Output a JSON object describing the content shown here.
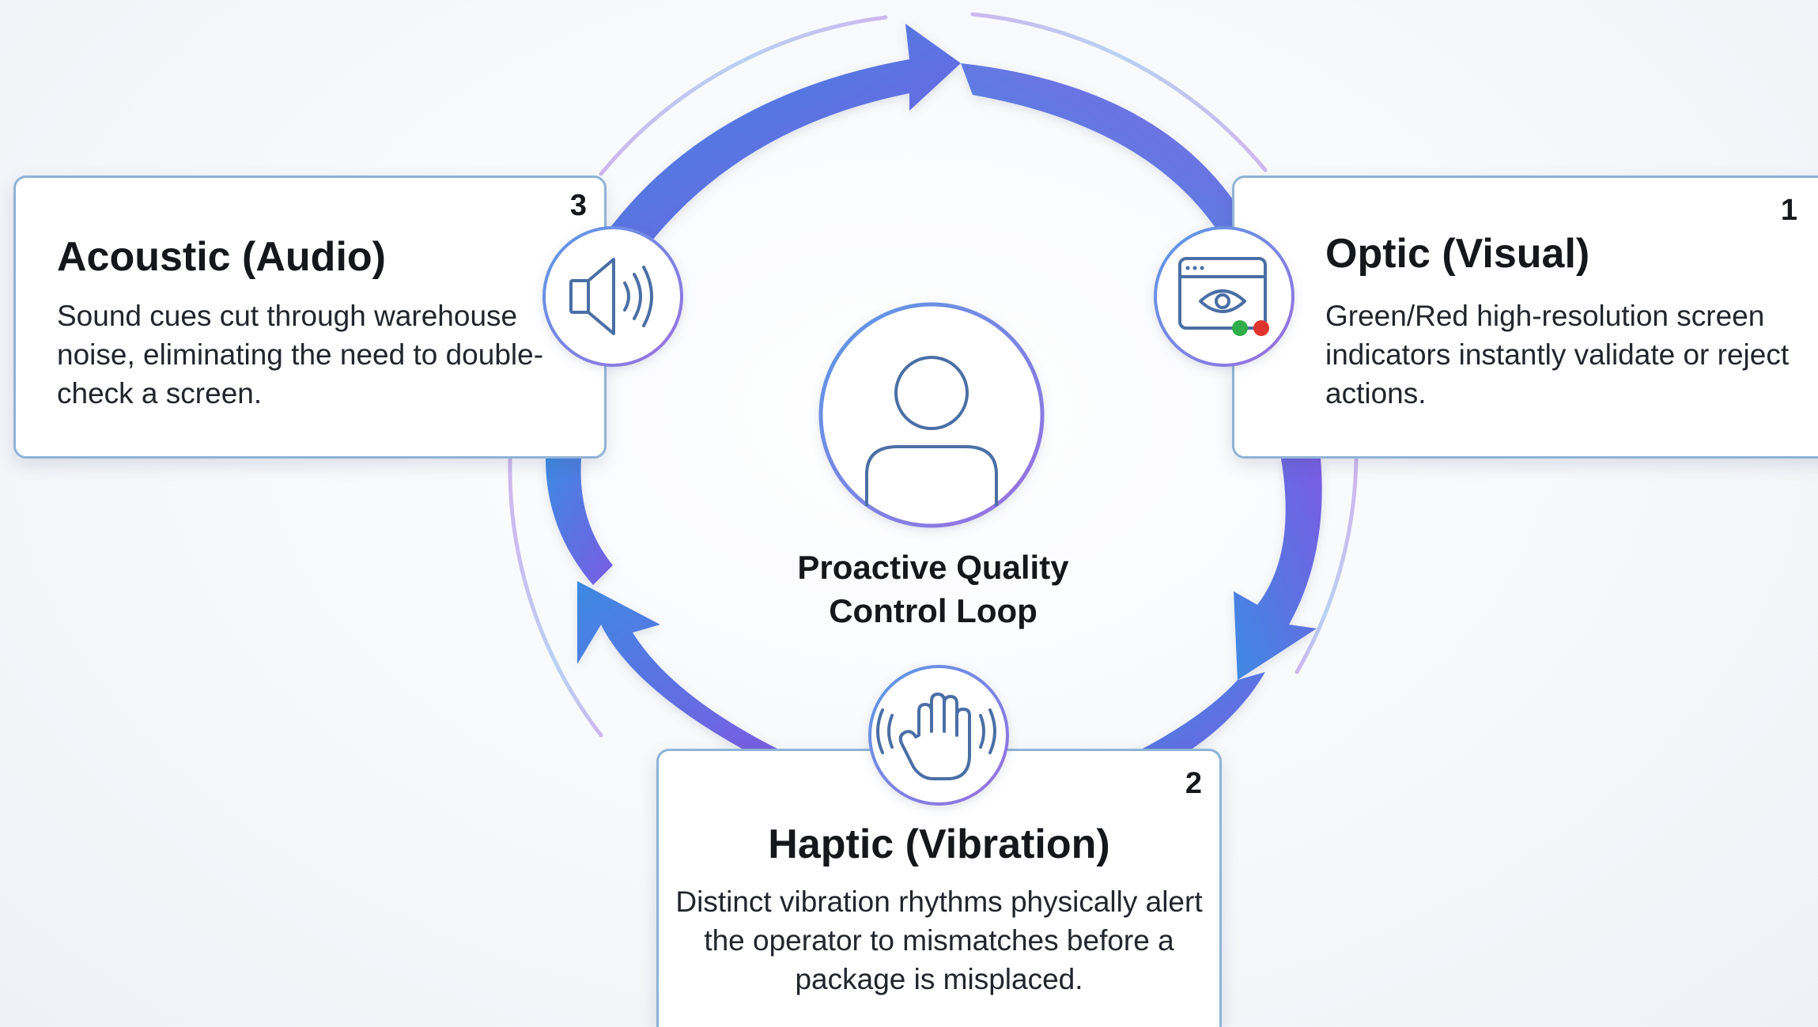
{
  "center": {
    "title_line1": "Proactive Quality",
    "title_line2": "Control Loop",
    "icon": "user-icon"
  },
  "steps": [
    {
      "number": "1",
      "title": "Optic (Visual)",
      "description": "Green/Red high-resolution screen indicators instantly validate or reject actions.",
      "icon": "eye-screen-icon"
    },
    {
      "number": "2",
      "title": "Haptic (Vibration)",
      "description": "Distinct vibration rhythms physically alert the operator to mismatches before a package is misplaced.",
      "icon": "vibrating-hand-icon"
    },
    {
      "number": "3",
      "title": "Acoustic (Audio)",
      "description": "Sound cues cut through warehouse noise, eliminating the need to double-check a screen.",
      "icon": "speaker-icon"
    }
  ],
  "colors": {
    "arrow_blue": "#3d86e0",
    "arrow_purple": "#7b5be0",
    "card_border": "#8fb3d6",
    "icon_stroke": "#4a6fa5",
    "status_green": "#2fae4a",
    "status_red": "#e0352f"
  }
}
